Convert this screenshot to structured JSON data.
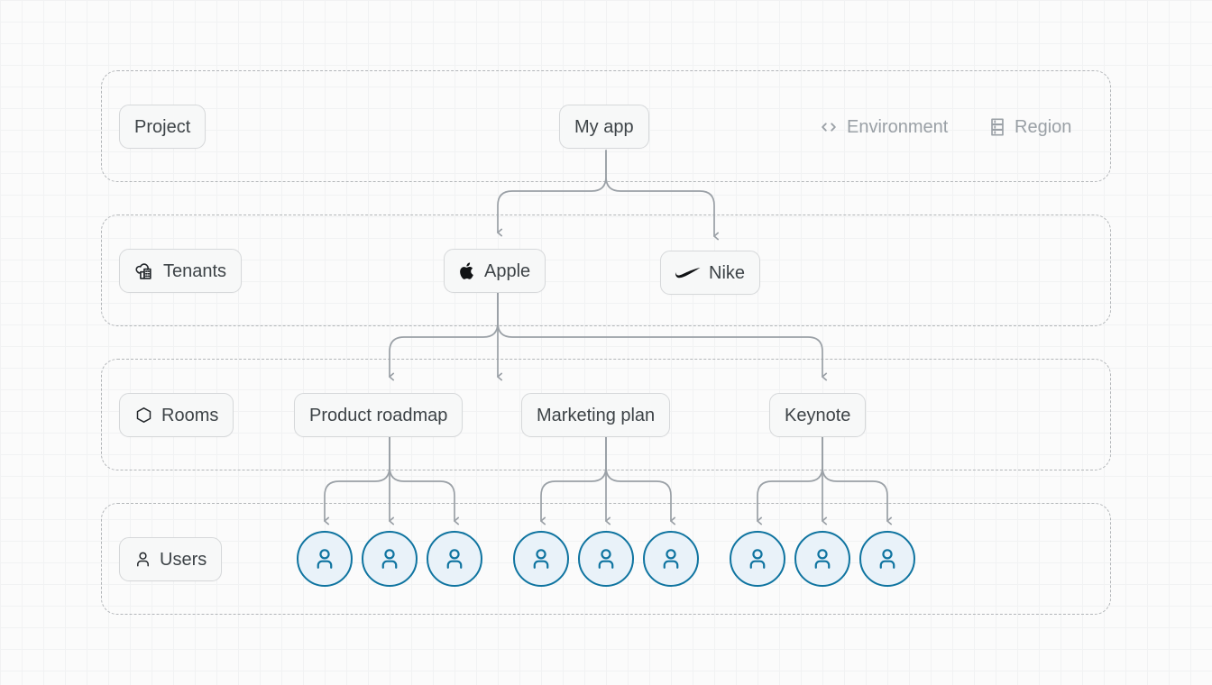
{
  "canvas": {
    "background": "#fbfbfb",
    "grid_color": "#f1f2f3",
    "band_border_color": "#b3b6b9",
    "connector_color": "#9aa0a6",
    "avatar_stroke": "#0f74a0",
    "avatar_fill": "#e9f2f9",
    "chip_fill": "#f7f8f8",
    "chip_border": "#d6d8da",
    "chip_text": "#3d4347",
    "meta_text": "#9aa0a6"
  },
  "rows": [
    {
      "label": "Project",
      "icon": "none"
    },
    {
      "label": "Tenants",
      "icon": "cloud-building-icon"
    },
    {
      "label": "Rooms",
      "icon": "hexagon-icon"
    },
    {
      "label": "Users",
      "icon": "person-icon"
    }
  ],
  "header_meta": [
    {
      "label": "Environment",
      "icon": "code-brackets-icon"
    },
    {
      "label": "Region",
      "icon": "server-rack-icon"
    }
  ],
  "project": {
    "label": "My app"
  },
  "tenants": [
    {
      "label": "Apple",
      "icon": "apple-logo-icon"
    },
    {
      "label": "Nike",
      "icon": "nike-swoosh-icon"
    }
  ],
  "rooms": [
    {
      "label": "Product roadmap"
    },
    {
      "label": "Marketing plan"
    },
    {
      "label": "Keynote"
    }
  ],
  "users": [
    {
      "label": "user-avatar-1"
    },
    {
      "label": "user-avatar-2"
    },
    {
      "label": "user-avatar-3"
    },
    {
      "label": "user-avatar-4"
    },
    {
      "label": "user-avatar-5"
    },
    {
      "label": "user-avatar-6"
    },
    {
      "label": "user-avatar-7"
    },
    {
      "label": "user-avatar-8"
    },
    {
      "label": "user-avatar-9"
    }
  ]
}
